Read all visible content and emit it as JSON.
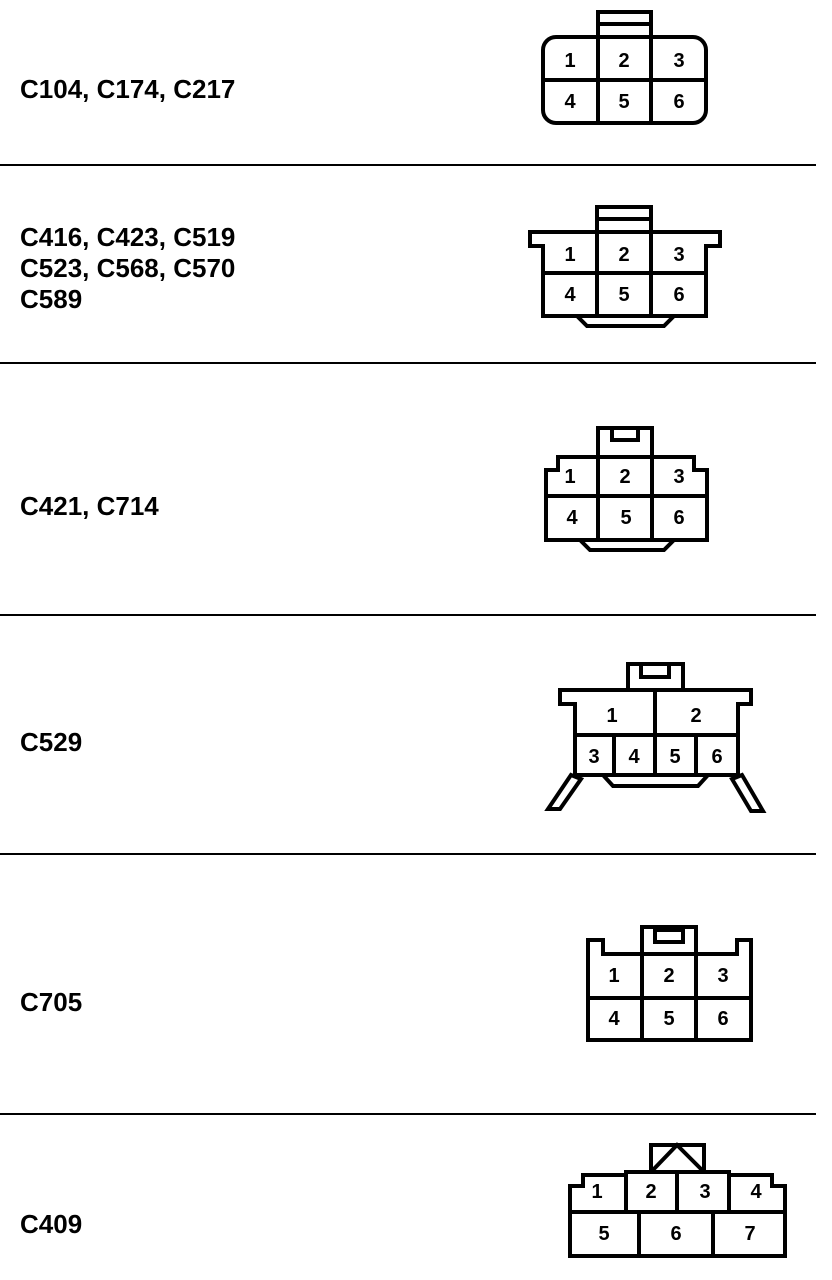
{
  "colors": {
    "ink": "#000000",
    "paper": "#ffffff"
  },
  "connectors": [
    {
      "label": "C104, C174, C217",
      "pins": [
        "1",
        "2",
        "3",
        "4",
        "5",
        "6"
      ]
    },
    {
      "label": "C416, C423, C519\nC523, C568, C570\nC589",
      "pins": [
        "1",
        "2",
        "3",
        "4",
        "5",
        "6"
      ]
    },
    {
      "label": "C421, C714",
      "pins": [
        "1",
        "2",
        "3",
        "4",
        "5",
        "6"
      ]
    },
    {
      "label": "C529",
      "pins": [
        "1",
        "2",
        "3",
        "4",
        "5",
        "6"
      ]
    },
    {
      "label": "C705",
      "pins": [
        "1",
        "2",
        "3",
        "4",
        "5",
        "6"
      ]
    },
    {
      "label": "C409",
      "pins": [
        "1",
        "2",
        "3",
        "4",
        "5",
        "6",
        "7"
      ]
    }
  ]
}
